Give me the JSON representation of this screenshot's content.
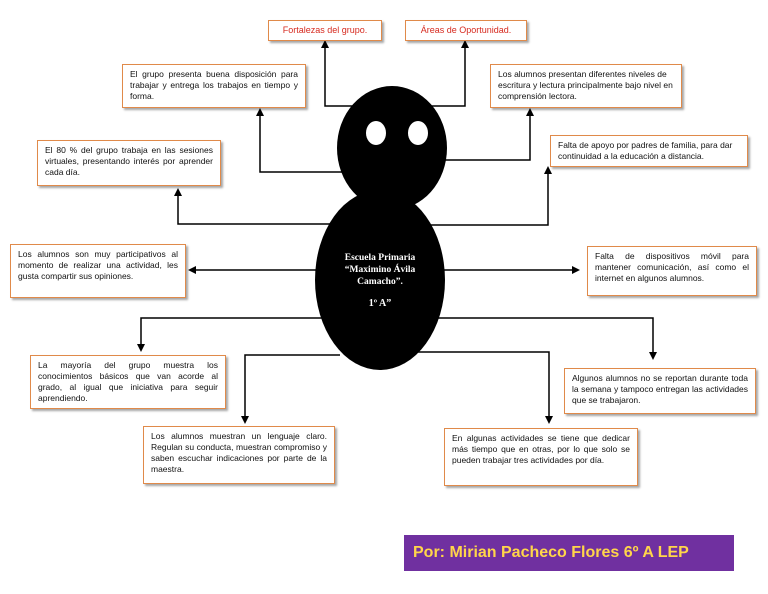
{
  "colors": {
    "box_border": "#e08a4a",
    "header_text": "#d62a1f",
    "footer_background": "#7030a0",
    "footer_text": "#ffd54a",
    "figure_fill": "#000000"
  },
  "center": {
    "school_name": "Escuela Primaria “Maximino Ávila Camacho”.",
    "grade": "1º A”"
  },
  "headers": {
    "strengths": "Fortalezas del grupo.",
    "opportunities": "Áreas de Oportunidad."
  },
  "strengths": [
    "El grupo presenta buena disposición para trabajar y entrega los trabajos en tiempo y forma.",
    "El 80 % del grupo trabaja en las sesiones virtuales, presentando interés por aprender cada día.",
    "Los alumnos son muy participativos al momento de realizar una actividad, les gusta compartir sus opiniones.",
    "La mayoría del grupo muestra los conocimientos básicos que van acorde al grado, al igual que iniciativa para seguir aprendiendo.",
    "Los alumnos muestran un lenguaje claro. Regulan su conducta, muestran compromiso y saben escuchar indicaciones por parte de la maestra."
  ],
  "opportunities": [
    "Los alumnos presentan diferentes niveles de escritura y lectura principalmente bajo nivel en comprensión lectora.",
    "Falta de apoyo por padres de familia, para dar continuidad a la educación a distancia.",
    "Falta de dispositivos móvil para mantener comunicación, así como el internet en algunos alumnos.",
    "Algunos alumnos no se reportan durante toda la semana y tampoco entregan las actividades que se trabajaron.",
    "En algunas actividades se tiene que dedicar más tiempo que en otras, por lo que solo se pueden trabajar tres actividades por día."
  ],
  "footer": {
    "author": "Por: Mirian Pacheco Flores 6º A LEP"
  }
}
